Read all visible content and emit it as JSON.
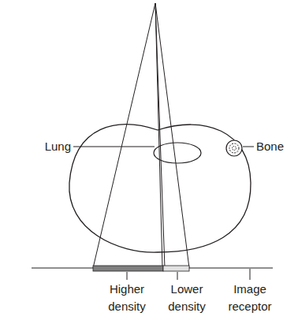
{
  "diagram": {
    "labels": [
      "Lung",
      "Bone",
      "Higher density",
      "Lower density",
      "Image receptor"
    ]
  }
}
